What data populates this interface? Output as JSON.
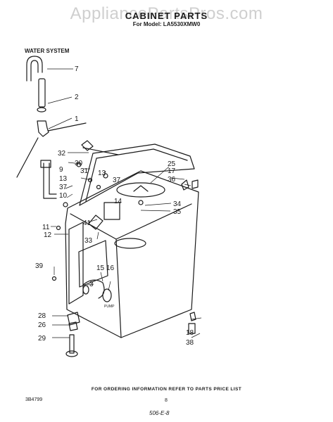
{
  "watermark": "AppliancePartsPros.com",
  "header": {
    "title": "CABINET PARTS",
    "subtitle": "For Model: LA5530XMW0"
  },
  "section_label": "WATER SYSTEM",
  "diagram": {
    "pump_label": "PUMP",
    "callouts": [
      "7",
      "2",
      "1",
      "32",
      "30",
      "9",
      "31",
      "13",
      "13",
      "37",
      "37",
      "10",
      "25",
      "17",
      "36",
      "14",
      "34",
      "35",
      "41",
      "11",
      "12",
      "33",
      "39",
      "15",
      "16",
      "3",
      "28",
      "26",
      "29",
      "18",
      "38"
    ]
  },
  "footer": {
    "ordering_note": "FOR ORDERING INFORMATION REFER TO PARTS PRICE LIST",
    "doc_number": "3B4799",
    "page_number": "8",
    "handwritten": "506-E-8"
  }
}
